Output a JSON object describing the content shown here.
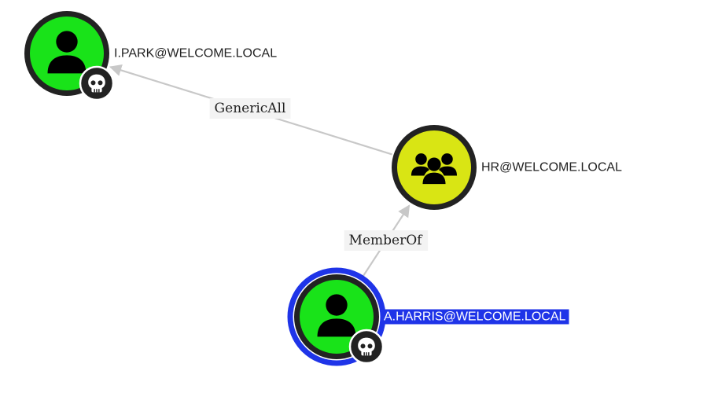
{
  "colors": {
    "background": "#ffffff",
    "edge": "#c8c8c8",
    "edge_label_bg": "#f3f3f3",
    "edge_label_text": "#222222",
    "node_ring": "#222222",
    "user_fill": "#19e319",
    "group_fill": "#d9e514",
    "selected_outline": "#1f34e8",
    "selected_label_bg": "#1f34e8",
    "selected_label_text": "#ffffff",
    "label_text": "#222222",
    "badge_bg": "#222222",
    "badge_icon": "#ffffff"
  },
  "nodes": [
    {
      "id": "ipark",
      "label": "I.PARK@WELCOME.LOCAL",
      "kind": "user",
      "icon": "user-icon",
      "badge": "skull-icon",
      "selected": false
    },
    {
      "id": "hr",
      "label": "HR@WELCOME.LOCAL",
      "kind": "group",
      "icon": "group-icon",
      "badge": null,
      "selected": false
    },
    {
      "id": "aharris",
      "label": "A.HARRIS@WELCOME.LOCAL",
      "kind": "user",
      "icon": "user-icon",
      "badge": "skull-icon",
      "selected": true
    }
  ],
  "edges": [
    {
      "id": "e1",
      "from": "hr",
      "to": "ipark",
      "label": "GenericAll"
    },
    {
      "id": "e2",
      "from": "aharris",
      "to": "hr",
      "label": "MemberOf"
    }
  ]
}
